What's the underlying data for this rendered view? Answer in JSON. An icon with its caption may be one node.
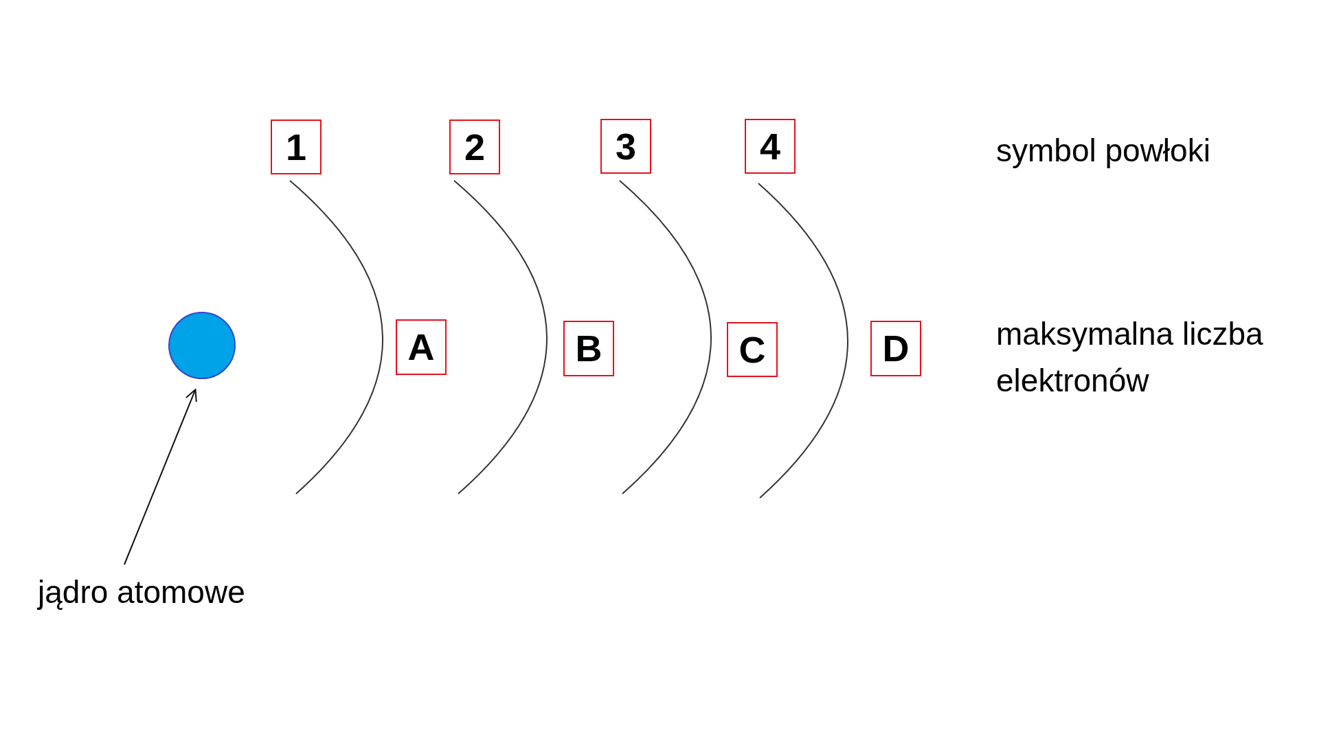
{
  "diagram": {
    "nodes": [
      {
        "text": [
          "1"
        ]
      },
      {
        "text": [
          "2"
        ]
      },
      {
        "text": [
          "3"
        ]
      },
      {
        "text": [
          "4"
        ]
      },
      {
        "text": [],
        "shape": "circle"
      },
      {
        "text": [
          "A"
        ]
      },
      {
        "text": [
          "B"
        ]
      },
      {
        "text": [
          "C"
        ]
      },
      {
        "text": [
          "D"
        ]
      },
      {
        "text": [
          "jądro atomowe"
        ]
      }
    ],
    "edges": [
      {
        "from": 9,
        "to": 4,
        "arrow": "to"
      }
    ],
    "labels": [
      "symbol powłoki",
      "maksymalna liczba elektronów"
    ]
  }
}
